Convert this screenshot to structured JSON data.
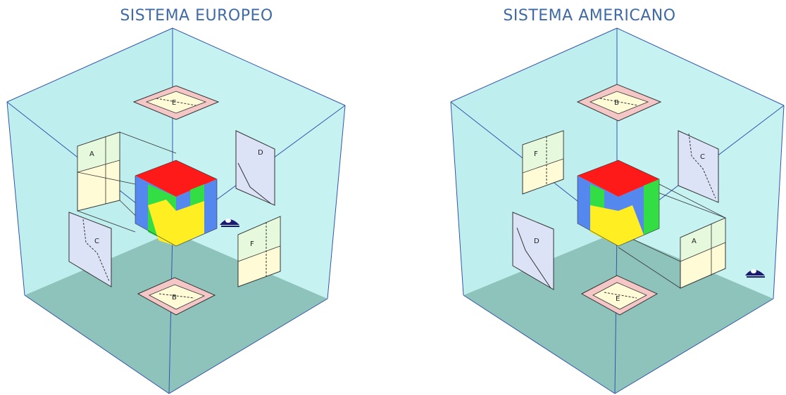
{
  "europeo": {
    "title": "SISTEMA EUROPEO",
    "labels": {
      "top": "E",
      "bottom": "B",
      "front": "A",
      "left": "C",
      "right": "D",
      "back": "F"
    }
  },
  "americano": {
    "title": "SISTEMA AMERICANO",
    "labels": {
      "top": "B",
      "bottom": "E",
      "front": "A",
      "left": "D",
      "right": "C",
      "back": "F"
    }
  },
  "colors": {
    "wall": "#bfeeee",
    "floor": "#8ec3bb",
    "edge": "#3355aa",
    "cube_red": "#ff1a1a",
    "cube_green": "#33dd44",
    "cube_blue": "#5588ee",
    "cube_yellow": "#ffee22"
  },
  "icons": [
    "eye-icon"
  ]
}
